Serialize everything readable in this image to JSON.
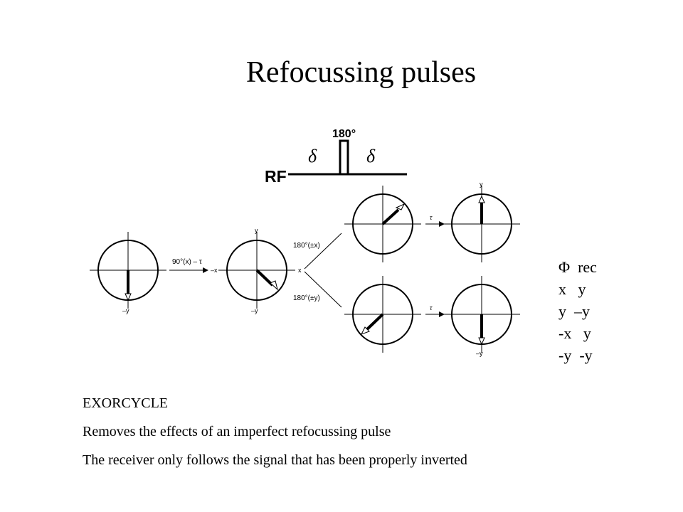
{
  "title": "Refocussing pulses",
  "sequence": {
    "rf_label": "RF",
    "pulse_label": "180°",
    "delay_left": "δ",
    "delay_right": "δ"
  },
  "vectors": {
    "initial": {
      "neg_y_label": "–y"
    },
    "arrow1_label": "90°(x) – τ",
    "after_delay": {
      "y_label": "y",
      "neg_x_label": "–x",
      "x_label": "x",
      "neg_y_label": "–y"
    },
    "branch_top_label": "180°(±x)",
    "branch_bottom_label": "180°(±y)",
    "tau_label": "τ",
    "final_top": {
      "y_label": "y"
    },
    "final_bottom": {
      "neg_y_label": "–y"
    }
  },
  "phase_table": {
    "header": [
      "Φ",
      "rec"
    ],
    "rows": [
      [
        "x",
        "y"
      ],
      [
        "y",
        "–y"
      ],
      [
        "-x",
        "y"
      ],
      [
        "-y",
        "-y"
      ]
    ]
  },
  "notes": [
    "EXORCYCLE",
    "Removes the effects of an imperfect refocussing pulse",
    "The receiver only follows the signal that has been properly inverted"
  ]
}
